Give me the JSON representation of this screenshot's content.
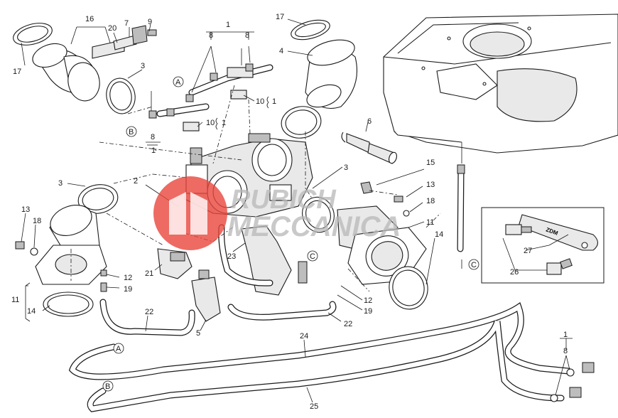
{
  "callouts": [
    {
      "id": "c-16-top",
      "text": "16"
    },
    {
      "id": "c-20",
      "text": "20"
    },
    {
      "id": "c-7",
      "text": "7"
    },
    {
      "id": "c-9",
      "text": "9"
    },
    {
      "id": "c-17-left",
      "text": "17"
    },
    {
      "id": "c-3-top",
      "text": "3"
    },
    {
      "id": "c-1-top",
      "text": "1"
    },
    {
      "id": "c-8-top-a",
      "text": "8"
    },
    {
      "id": "c-8-top-b",
      "text": "8"
    },
    {
      "id": "c-17-mid",
      "text": "17"
    },
    {
      "id": "c-4",
      "text": "4"
    },
    {
      "id": "c-10-a",
      "text": "10"
    },
    {
      "id": "c-1-a",
      "text": "1"
    },
    {
      "id": "c-10-b",
      "text": "10"
    },
    {
      "id": "c-1-b",
      "text": "1"
    },
    {
      "id": "c-8-left",
      "text": "8"
    },
    {
      "id": "c-1-left",
      "text": "1"
    },
    {
      "id": "c-6",
      "text": "6"
    },
    {
      "id": "c-3-mid",
      "text": "3"
    },
    {
      "id": "c-15",
      "text": "15"
    },
    {
      "id": "c-2",
      "text": "2"
    },
    {
      "id": "c-3-left",
      "text": "3"
    },
    {
      "id": "c-13-right",
      "text": "13"
    },
    {
      "id": "c-18-right",
      "text": "18"
    },
    {
      "id": "c-13-left",
      "text": "13"
    },
    {
      "id": "c-18-left",
      "text": "18"
    },
    {
      "id": "c-11-right",
      "text": "11"
    },
    {
      "id": "c-14-right",
      "text": "14"
    },
    {
      "id": "c-27",
      "text": "27"
    },
    {
      "id": "c-26",
      "text": "26"
    },
    {
      "id": "c-23",
      "text": "23"
    },
    {
      "id": "c-21",
      "text": "21"
    },
    {
      "id": "c-11-left",
      "text": "11"
    },
    {
      "id": "c-14-left",
      "text": "14"
    },
    {
      "id": "c-12-left",
      "text": "12"
    },
    {
      "id": "c-19-left",
      "text": "19"
    },
    {
      "id": "c-12-right",
      "text": "12"
    },
    {
      "id": "c-19-right",
      "text": "19"
    },
    {
      "id": "c-22-left",
      "text": "22"
    },
    {
      "id": "c-22-right",
      "text": "22"
    },
    {
      "id": "c-5",
      "text": "5"
    },
    {
      "id": "c-24",
      "text": "24"
    },
    {
      "id": "c-25",
      "text": "25"
    },
    {
      "id": "c-1-br",
      "text": "1"
    },
    {
      "id": "c-8-br",
      "text": "8"
    }
  ],
  "connectors": [
    {
      "id": "A-top",
      "text": "A"
    },
    {
      "id": "B-top",
      "text": "B"
    },
    {
      "id": "C-mid",
      "text": "C"
    },
    {
      "id": "C-right",
      "text": "C"
    },
    {
      "id": "A-bottom",
      "text": "A"
    },
    {
      "id": "B-bottom",
      "text": "B"
    }
  ],
  "tool_plate_label": "ZDM",
  "watermark": {
    "line1": "RUBICH",
    "line2": "MECCANICA",
    "logo_color": "#e8463c"
  }
}
